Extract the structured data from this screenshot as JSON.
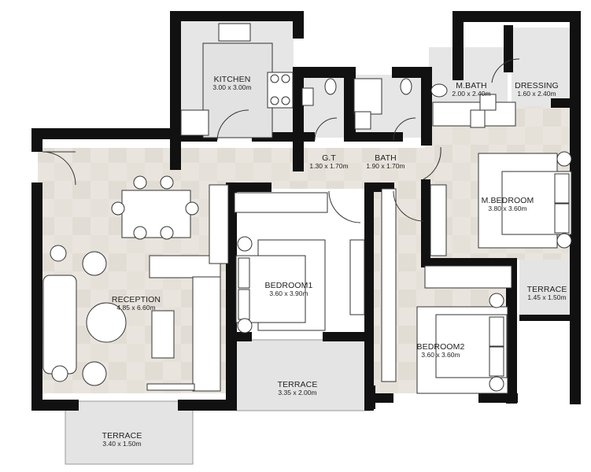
{
  "plan": {
    "colors": {
      "wall": "#111111",
      "floor_tile": "#e8e4dd",
      "floor_tile_alt": "#ddd8cf",
      "wet_area": "#e6e6e6",
      "terrace": "#e4e4e4",
      "furniture_stroke": "#333333",
      "furniture_fill": "#ffffff"
    },
    "rooms": [
      {
        "id": "kitchen",
        "name": "KITCHEN",
        "dims": "3.00 x 3.00m"
      },
      {
        "id": "gt",
        "name": "G.T",
        "dims": "1.30 x 1.70m"
      },
      {
        "id": "bath",
        "name": "BATH",
        "dims": "1.90 x 1.70m"
      },
      {
        "id": "mbath",
        "name": "M.BATH",
        "dims": "2.00 x 2.40m"
      },
      {
        "id": "dressing",
        "name": "DRESSING",
        "dims": "1.60 x 2.40m"
      },
      {
        "id": "mbedroom",
        "name": "M.BEDROOM",
        "dims": "3.80 x 3.60m"
      },
      {
        "id": "bedroom1",
        "name": "BEDROOM1",
        "dims": "3.60 x 3.90m"
      },
      {
        "id": "reception",
        "name": "RECEPTION",
        "dims": "4.85 x 6.60m"
      },
      {
        "id": "bedroom2",
        "name": "BEDROOM2",
        "dims": "3.60 x 3.60m"
      },
      {
        "id": "terrace_mbed",
        "name": "TERRACE",
        "dims": "1.45 x 1.50m"
      },
      {
        "id": "terrace_bed1",
        "name": "TERRACE",
        "dims": "3.35 x 2.00m"
      },
      {
        "id": "terrace_recep",
        "name": "TERRACE",
        "dims": "3.40 x 1.50m"
      }
    ]
  }
}
